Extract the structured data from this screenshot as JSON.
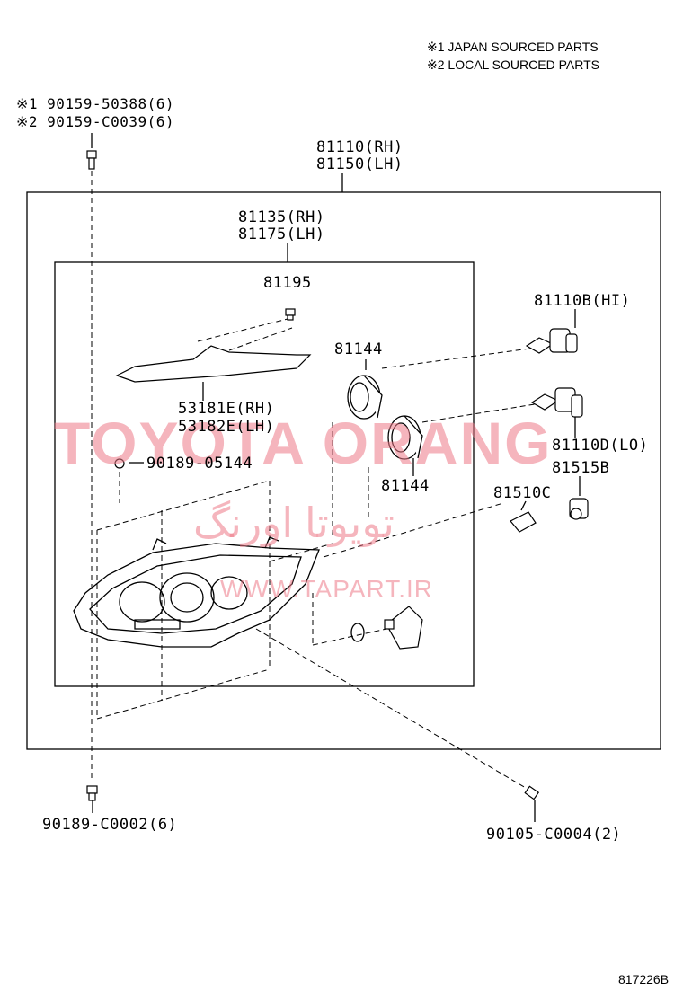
{
  "notes": {
    "japan": "※1 JAPAN SOURCED PARTS",
    "local": "※2 LOCAL SOURCED PARTS"
  },
  "parts": {
    "screw_jp": "※1 90159-50388(6)",
    "screw_local": "※2 90159-C0039(6)",
    "headlamp_rh": "81110(RH)",
    "headlamp_lh": "81150(LH)",
    "unit_rh": "81135(RH)",
    "unit_lh": "81175(LH)",
    "clip": "81195",
    "socket_upper": "81144",
    "socket_lower": "81144",
    "bulb_hi": "81110B(HI)",
    "bulb_lo": "81110D(LO)",
    "socket_815": "81515B",
    "bulb_815": "81510C",
    "trim_rh": "53181E(RH)",
    "trim_lh": "53182E(LH)",
    "screw_05144": "90189-05144",
    "screw_bottom_left": "90189-C0002(6)",
    "screw_bottom_right": "90105-C0004(2)"
  },
  "watermark": {
    "brand": "TOYOTA ORANG",
    "persian": "تویوتا اورنگ",
    "url": "WWW.TAPART.IR"
  },
  "figure_code": "817226B"
}
